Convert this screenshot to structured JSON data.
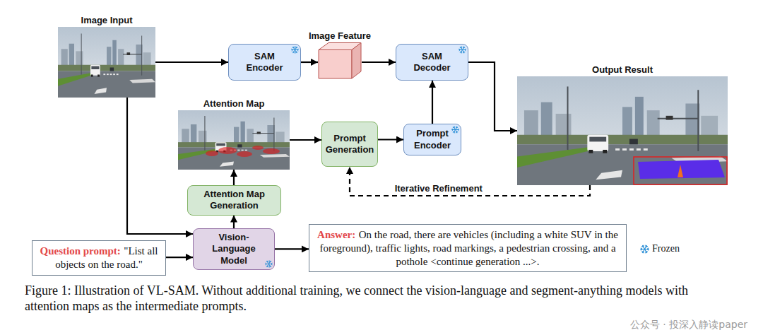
{
  "diagram": {
    "caption": "Figure 1: Illustration of VL-SAM. Without additional training, we connect the vision-language and segment-anything models with attention maps as the intermediate prompts.",
    "nodes": [
      {
        "text": [
          "Image Input"
        ]
      },
      {
        "text": [
          "SAM Encoder"
        ]
      },
      {
        "text": [
          "Image Feature"
        ]
      },
      {
        "text": [
          "SAM Decoder"
        ]
      },
      {
        "text": [
          "Output Result"
        ]
      },
      {
        "text": [
          "Attention Map"
        ]
      },
      {
        "text": [
          "Prompt Generation"
        ]
      },
      {
        "text": [
          "Prompt Encoder"
        ]
      },
      {
        "text": [
          "Attention Map Generation"
        ]
      },
      {
        "text": [
          "Vision-Language Model"
        ]
      },
      {
        "text": [
          "Question prompt:",
          "\"List all objects on the road.\""
        ]
      },
      {
        "text": [
          "Answer:",
          "On the road, there are vehicles (including a white SUV in the foreground), traffic lights, road markings, a pedestrian crossing, and a pothole <continue generation ...>."
        ]
      }
    ],
    "edges": [
      {
        "from": 0,
        "to": 1,
        "arrow": "to"
      },
      {
        "from": 1,
        "to": 2,
        "arrow": "to"
      },
      {
        "from": 2,
        "to": 3,
        "arrow": "to"
      },
      {
        "from": 3,
        "to": 4,
        "arrow": "to"
      },
      {
        "from": 7,
        "to": 3,
        "arrow": "to"
      },
      {
        "from": 6,
        "to": 7,
        "arrow": "to"
      },
      {
        "from": 5,
        "to": 6,
        "arrow": "to"
      },
      {
        "from": 8,
        "to": 5,
        "arrow": "to"
      },
      {
        "from": 9,
        "to": 8,
        "arrow": "to"
      },
      {
        "from": 0,
        "to": 9,
        "arrow": "to"
      },
      {
        "from": 10,
        "to": 9,
        "arrow": "to"
      },
      {
        "from": 9,
        "to": 11,
        "arrow": "to"
      },
      {
        "from": 4,
        "to": 6,
        "label": "Iterative Refinement",
        "arrow": "to"
      }
    ],
    "labels": [
      "公众号 · 投深入静读paper"
    ],
    "legend": [
      {
        "text": "Frozen"
      }
    ]
  }
}
